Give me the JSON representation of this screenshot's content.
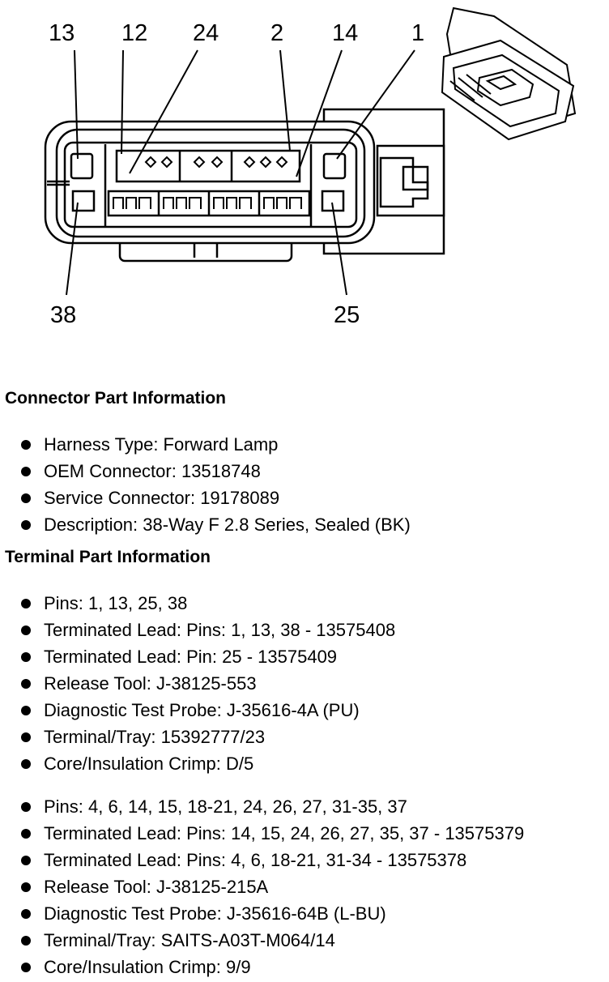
{
  "diagram": {
    "pin_labels_top": [
      "13",
      "12",
      "24",
      "2",
      "14",
      "1"
    ],
    "pin_labels_bottom": [
      "38",
      "25"
    ]
  },
  "connector_section": {
    "heading": "Connector Part Information",
    "items": [
      "Harness Type: Forward Lamp",
      "OEM Connector: 13518748",
      "Service Connector: 19178089",
      "Description: 38-Way F 2.8 Series, Sealed (BK)"
    ]
  },
  "terminal_section": {
    "heading": "Terminal Part Information",
    "group1": [
      "Pins: 1, 13, 25, 38",
      "Terminated Lead: Pins: 1, 13, 38 - 13575408",
      "Terminated Lead: Pin: 25 - 13575409",
      "Release Tool: J-38125-553",
      "Diagnostic Test Probe: J-35616-4A (PU)",
      "Terminal/Tray: 15392777/23",
      "Core/Insulation Crimp: D/5"
    ],
    "group2": [
      "Pins: 4, 6, 14, 15, 18-21, 24, 26, 27, 31-35, 37",
      "Terminated Lead: Pins: 14, 15, 24, 26, 27, 35, 37 - 13575379",
      "Terminated Lead: Pins: 4, 6, 18-21, 31-34 - 13575378",
      "Release Tool: J-38125-215A",
      "Diagnostic Test Probe: J-35616-64B (L-BU)",
      "Terminal/Tray: SAITS-A03T-M064/14",
      "Core/Insulation Crimp: 9/9"
    ]
  }
}
